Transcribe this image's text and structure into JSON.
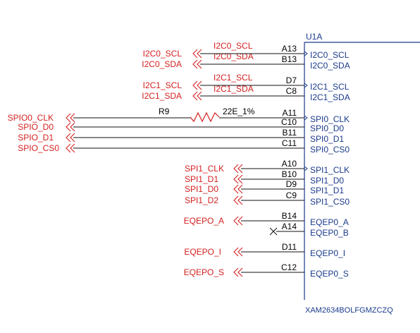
{
  "part": {
    "ref": "U1A",
    "name": "XAM2634BOLFGMZCZQ",
    "colors": {
      "box": "#1a3a8c",
      "pins": "#1a3a8c",
      "nets": "#d42020",
      "wires": "#111111"
    }
  },
  "resistor": {
    "ref": "R9",
    "value": "22E_1%"
  },
  "wire_labels": [
    "I2C0_SCL",
    "I2C0_SDA",
    "I2C1_SCL",
    "I2C1_SDA"
  ],
  "rows": [
    {
      "pin_num": "A13",
      "pin_name": "I2C0_SCL",
      "net": "I2C0_SCL",
      "arrow": true
    },
    {
      "pin_num": "B13",
      "pin_name": "I2C0_SDA",
      "net": "I2C0_SDA",
      "arrow": false
    },
    {
      "pin_num": "D7",
      "pin_name": "I2C1_SCL",
      "net": "I2C1_SCL",
      "arrow": true
    },
    {
      "pin_num": "C8",
      "pin_name": "I2C1_SDA",
      "net": "I2C1_SDA",
      "arrow": false
    },
    {
      "pin_num": "A11",
      "pin_name": "SPI0_CLK",
      "net": "SPIO0_CLK",
      "arrow": true
    },
    {
      "pin_num": "C10",
      "pin_name": "SPI0_D0",
      "net": "SPIO_D0",
      "arrow": false
    },
    {
      "pin_num": "B11",
      "pin_name": "SPI0_D1",
      "net": "SPIO_D1",
      "arrow": false
    },
    {
      "pin_num": "C11",
      "pin_name": "SPI0_CS0",
      "net": "SPIO_CS0",
      "arrow": false
    },
    {
      "pin_num": "A10",
      "pin_name": "SPI1_CLK",
      "net": "SPI1_CLK",
      "arrow": true
    },
    {
      "pin_num": "B10",
      "pin_name": "SPI1_D0",
      "net": "SPI1_D1",
      "arrow": false
    },
    {
      "pin_num": "D9",
      "pin_name": "SPI1_D1",
      "net": "SPI1_D0",
      "arrow": false
    },
    {
      "pin_num": "C9",
      "pin_name": "SPI1_CS0",
      "net": "SPI1_D2",
      "arrow": false
    },
    {
      "pin_num": "B14",
      "pin_name": "EQEP0_A",
      "net": "EQEPO_A",
      "arrow": false
    },
    {
      "pin_num": "A14",
      "pin_name": "EQEP0_B",
      "net": "",
      "arrow": false,
      "no_connect": true
    },
    {
      "pin_num": "D11",
      "pin_name": "EQEP0_I",
      "net": "EQEPO_I",
      "arrow": false
    },
    {
      "pin_num": "C12",
      "pin_name": "EQEP0_S",
      "net": "EQEPO_S",
      "arrow": false
    }
  ]
}
